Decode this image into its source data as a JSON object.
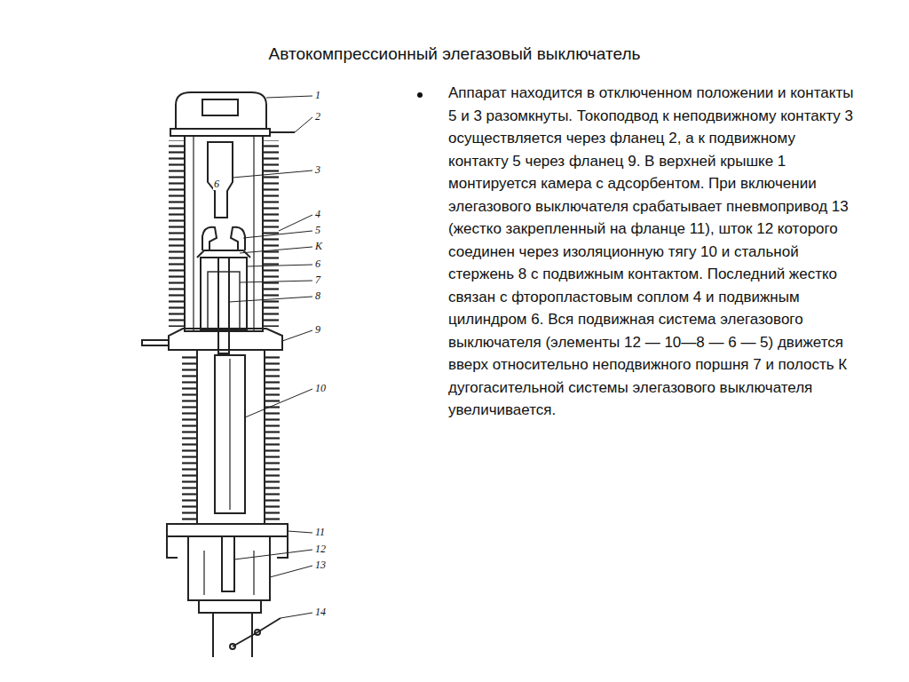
{
  "diagram": {
    "title": "Автокомпрессионный элегазовый выключатель",
    "labels": [
      "Аппарат находится в отключенном положении и контакты 5 и 3 разомкнуты. Токоподвод к неподвижному контакту 3 осуществляется через фланец 2, а к подвижному контакту 5 через фланец 9. В верхней крышке 1 монтируется камера с адсорбентом. При включении элегазового выключателя срабатывает пневмопривод 13 (жестко закрепленный на фланце 11), шток 12 которого соединен через изоляционную тягу 10 и стальной стержень 8 с подвижным контактом. Последний жестко связан с фторопластовым соплом 4 и подвижным цилиндром 6. Вся подвижная система элегазового выключателя (элементы 12 — 10—8 — 6 — 5) движется вверх относительно неподвижного поршня 7 и полость К дугогасительной системы элегазового выключателя увеличивается.",
      "1",
      "2",
      "3",
      "4",
      "5",
      "К",
      "6",
      "7",
      "8",
      "9",
      "10",
      "11",
      "12",
      "13",
      "14",
      "6"
    ]
  }
}
